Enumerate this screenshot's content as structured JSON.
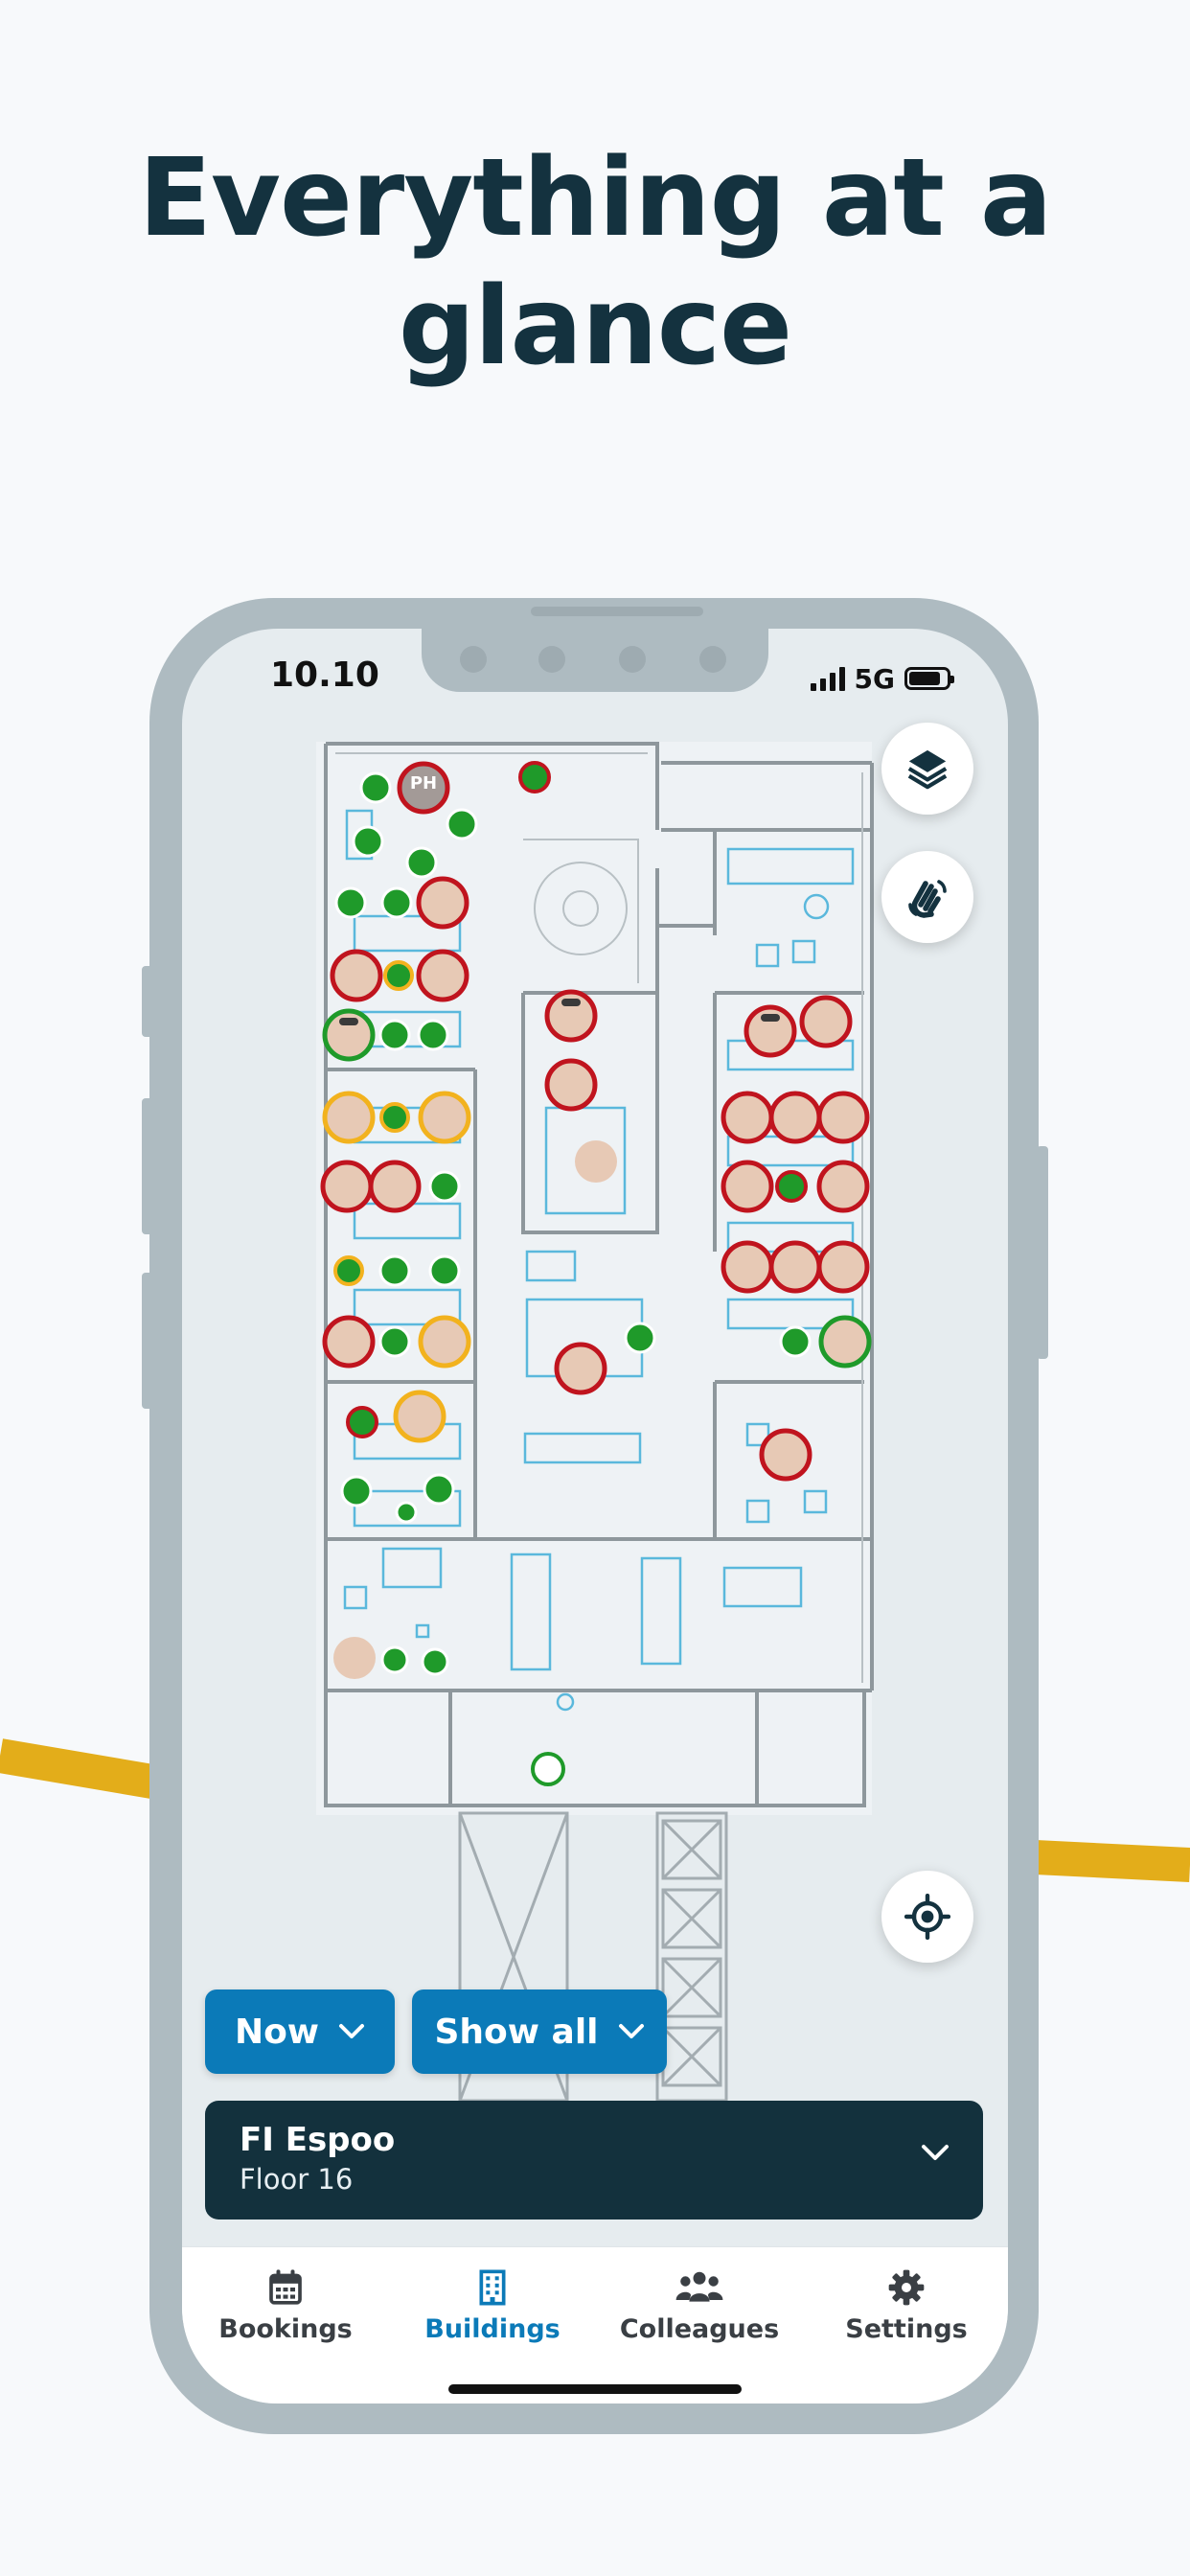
{
  "headline": {
    "line1": "Everything at a",
    "line2": "glance"
  },
  "status_bar": {
    "time": "10.10",
    "network": "5G"
  },
  "colors": {
    "title": "#14323f",
    "accent_blue": "#0b7ab8",
    "card_dark": "#13313d",
    "ribbon": "#e3ad1a",
    "occupied": "#c0141e",
    "available": "#1f9a2a",
    "pending": "#f2b21e"
  },
  "map": {
    "avatar_initials": "PH",
    "layers_icon": "layers-icon",
    "wave_icon": "wave-hand-icon",
    "locate_icon": "locate-crosshair-icon"
  },
  "filters": {
    "time_label": "Now",
    "show_label": "Show all"
  },
  "location": {
    "building": "FI Espoo",
    "floor": "Floor 16"
  },
  "tabs": [
    {
      "label": "Bookings",
      "icon": "calendar-icon"
    },
    {
      "label": "Buildings",
      "icon": "building-icon"
    },
    {
      "label": "Colleagues",
      "icon": "people-icon"
    },
    {
      "label": "Settings",
      "icon": "gear-icon"
    }
  ],
  "active_tab": "Buildings"
}
